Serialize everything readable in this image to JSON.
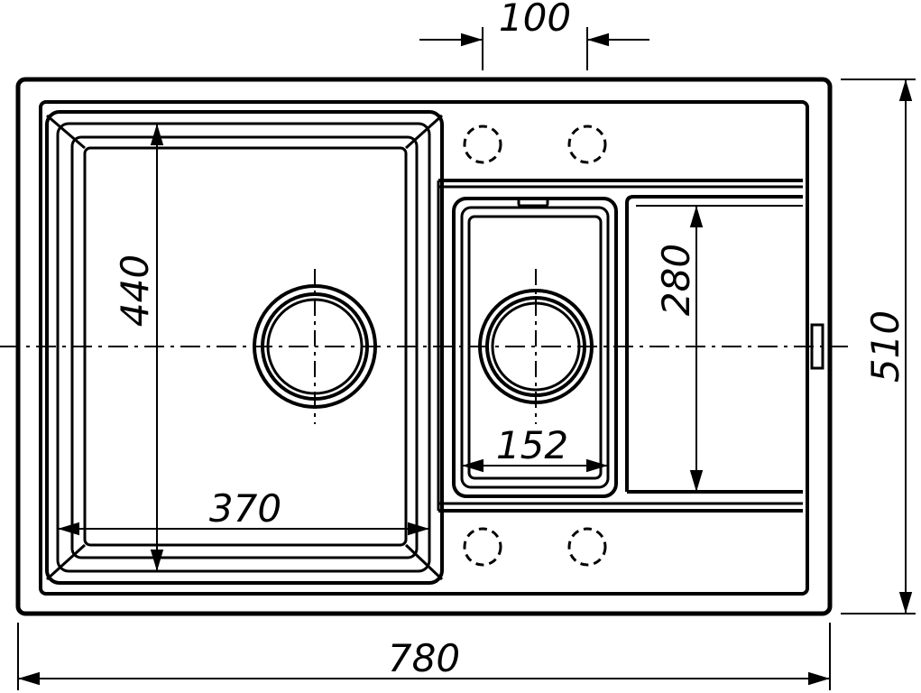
{
  "dimensions": {
    "overall_width": "780",
    "overall_height": "510",
    "tap_spacing": "100",
    "main_bowl_depth": "440",
    "main_bowl_width": "370",
    "small_bowl_width": "152",
    "drainer_depth": "280"
  },
  "colors": {
    "line": "#000000",
    "background": "#ffffff"
  },
  "icons": {
    "tap_hole": "dashed-circle-icon",
    "drain": "drain-ring-icon"
  }
}
